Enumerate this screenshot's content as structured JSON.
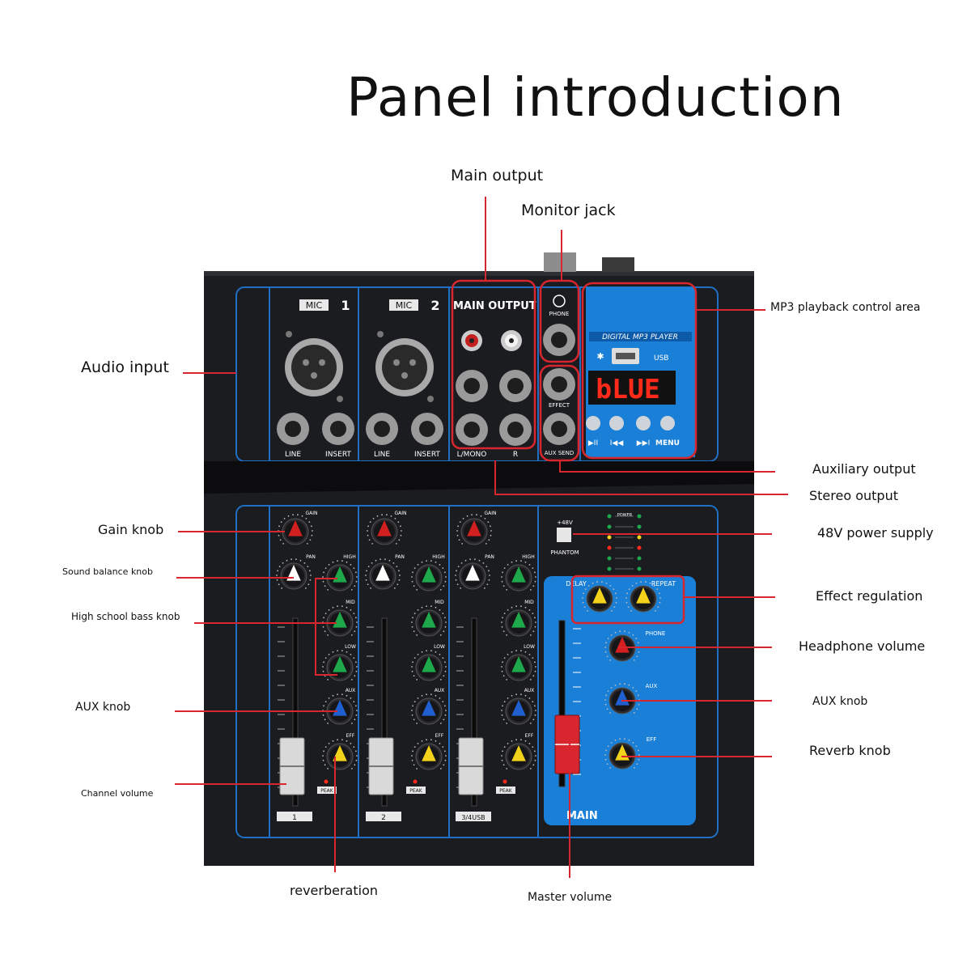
{
  "title": "Panel introduction",
  "callouts": {
    "main_output": "Main output",
    "monitor_jack": "Monitor jack",
    "mp3_area": "MP3 playback control area",
    "audio_input": "Audio input",
    "auxiliary_output": "Auxiliary output",
    "stereo_output": "Stereo output",
    "gain_knob": "Gain knob",
    "power_48v": "48V power supply",
    "sound_balance": "Sound balance knob",
    "eq_knob": "High school bass knob",
    "effect_regulation": "Effect regulation",
    "headphone_volume": "Headphone volume",
    "aux_knob_left": "AUX knob",
    "aux_knob_right": "AUX knob",
    "reverb_knob": "Reverb knob",
    "channel_volume": "Channel volume",
    "reverberation": "reverberation",
    "master_volume": "Master volume"
  },
  "panel": {
    "mic1": "MIC",
    "mic1_num": "1",
    "mic2": "MIC",
    "mic2_num": "2",
    "main_output": "MAIN OUTPUT",
    "line": "LINE",
    "insert": "INSERT",
    "lmono": "L/MONO",
    "r": "R",
    "phone": "PHONE",
    "effect": "EFFECT",
    "aux_send": "AUX SEND",
    "mp3_title": "DIGITAL MP3 PLAYER",
    "usb": "USB",
    "display": "bLUE",
    "menu": "MENU",
    "gain": "GAIN",
    "pan": "PAN",
    "high": "HIGH",
    "mid": "MID",
    "low": "LOW",
    "aux": "AUX",
    "eff": "EFF",
    "peak": "PEAK",
    "phantom": "PHANTOM",
    "plus48v": "+48V",
    "delay": "DELAY",
    "repeat": "REPEAT",
    "main": "MAIN",
    "ch1": "1",
    "ch2": "2",
    "ch34": "3/4USB",
    "power": "POWER"
  },
  "colors": {
    "callout_line": "#d8262e",
    "panel_body": "#1b1c20",
    "blue_trim": "#1f6fc4",
    "mp3_blue": "#1a7fd6",
    "led_red": "#ff2a1a",
    "knob_red": "#d21f1f",
    "knob_green": "#1ea84b",
    "knob_blue": "#1f5fd0",
    "knob_yellow": "#f2d21a"
  }
}
